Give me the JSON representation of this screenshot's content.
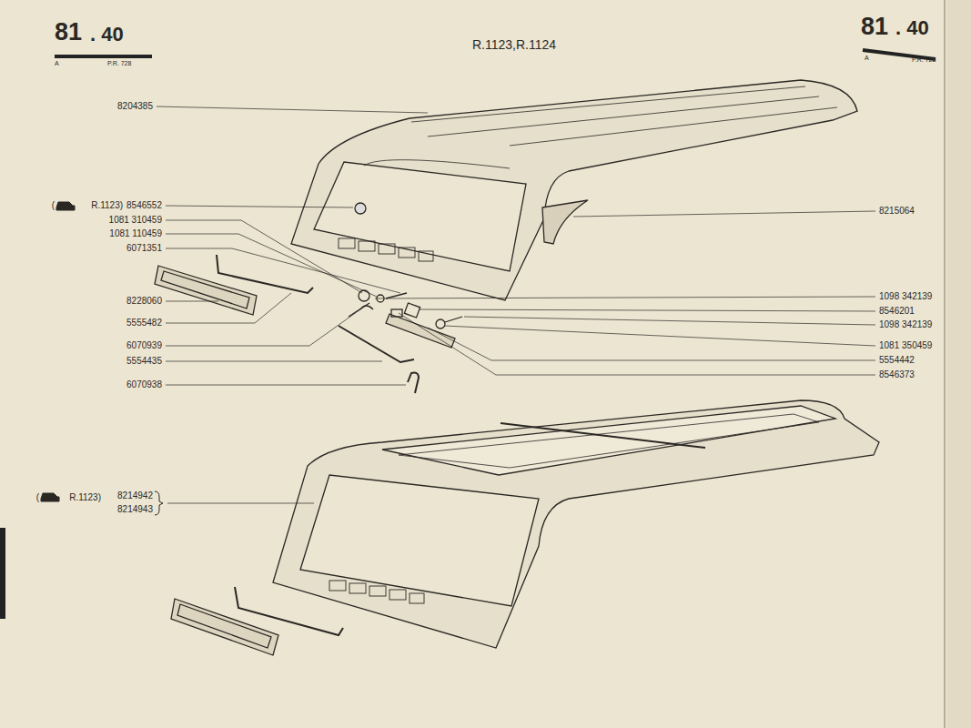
{
  "diagram": {
    "title": "R.1123,R.1124",
    "labels": [
      "81",
      ". 40",
      "A",
      "P.R. 728",
      "81",
      ". 40",
      "A",
      "P.R. 728",
      "8204385",
      "(",
      "R.1123)",
      "8546552",
      "1081 310459",
      "1081 110459",
      "6071351",
      "8228060",
      "5555482",
      "6070939",
      "5554435",
      "6070938",
      "(",
      "R.1123)",
      "8214942",
      "8214943",
      "8215064",
      "1098 342139",
      "8546201",
      "1098 342139",
      "1081 350459",
      "5554442",
      "8546373"
    ]
  }
}
